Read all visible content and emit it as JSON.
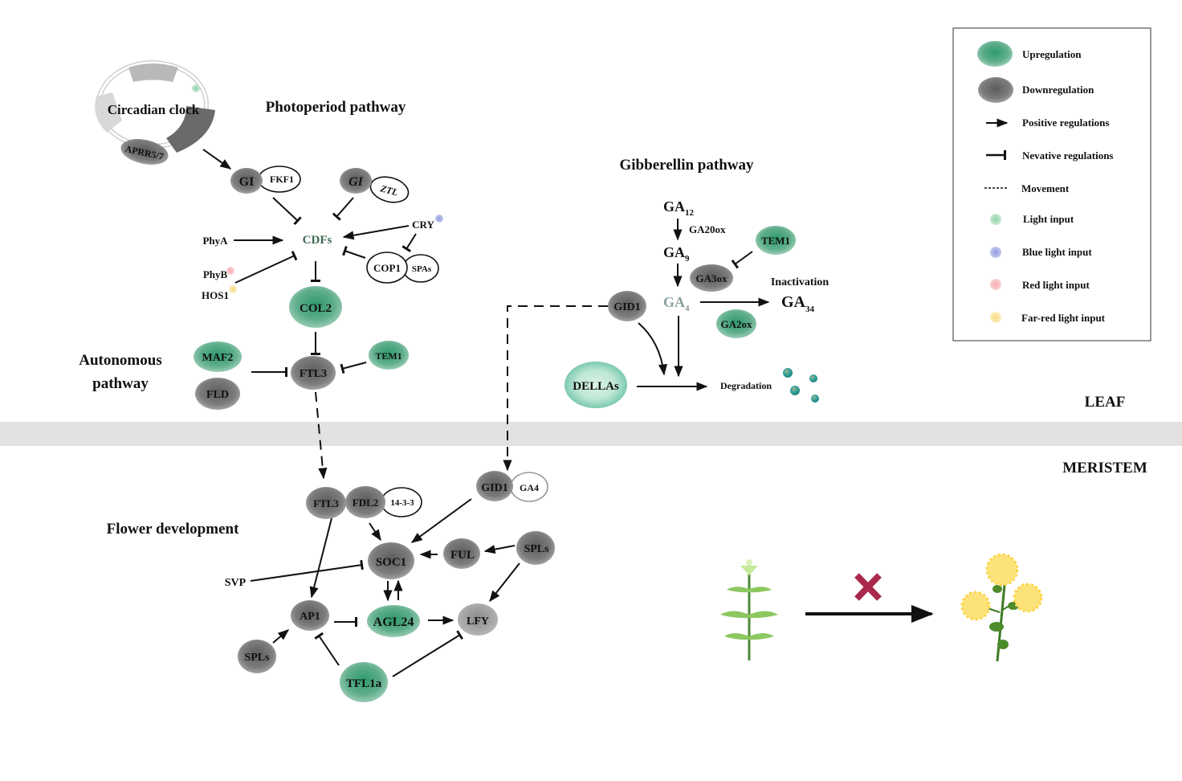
{
  "regions": {
    "leaf": "LEAF",
    "meristem": "MERISTEM"
  },
  "titles": {
    "photoperiod": "Photoperiod pathway",
    "gibberellin": "Gibberellin pathway",
    "autonomous_1": "Autonomous",
    "autonomous_2": "pathway",
    "flower_dev": "Flower development"
  },
  "colors": {
    "upregulation": "#3f9e78",
    "downregulation": "#6e6e6e",
    "light": "#8fd1a6",
    "blue_light": "#8f9be0",
    "red_light": "#f7b0b4",
    "far_red_light": "#f8e08f",
    "cross": "#a8294b"
  },
  "circadian": {
    "label": "Circadian clock",
    "aprr": "APRR5/7"
  },
  "photoperiod_nodes": {
    "gi1": "GI",
    "fkf1": "FKF1",
    "gi2": "GI",
    "ztl": "ZTL",
    "cdfs": "CDFs",
    "phya": "PhyA",
    "phyb": "PhyB",
    "hos1": "HOS1",
    "cry": "CRY",
    "cop1": "COP1",
    "spas": "SPAs",
    "col2": "COL2"
  },
  "autonomous_nodes": {
    "maf2": "MAF2",
    "fld": "FLD",
    "ftl3": "FTL3",
    "tem1": "TEM1"
  },
  "ga_nodes": {
    "ga12": "GA",
    "ga12_sub": "12",
    "ga20ox": "GA20ox",
    "ga9": "GA",
    "ga9_sub": "9",
    "tem1": "TEM1",
    "ga3ox": "GA3ox",
    "ga4": "GA",
    "ga4_sub": "4",
    "inactivation": "Inactivation",
    "ga34": "GA",
    "ga34_sub": "34",
    "ga2ox": "GA2ox",
    "gid1": "GID1",
    "dellas": "DELLAs",
    "degradation": "Degradation"
  },
  "meristem_nodes": {
    "ftl3": "FTL3",
    "fdl2": "FDL2",
    "p1433": "14-3-3",
    "gid1": "GID1",
    "ga4": "GA4",
    "soc1": "SOC1",
    "ful": "FUL",
    "spls_right": "SPLs",
    "svp": "SVP",
    "ap1": "AP1",
    "agl24": "AGL24",
    "lfy": "LFY",
    "spls_left": "SPLs",
    "tfl1a": "TFL1a"
  },
  "legend": {
    "items": [
      {
        "icon": "upregulation-ellipse",
        "label": "Upregulation"
      },
      {
        "icon": "downregulation-ellipse",
        "label": "Downregulation"
      },
      {
        "icon": "arrow",
        "label": "Positive regulations"
      },
      {
        "icon": "t-bar",
        "label": "Nevative regulations"
      },
      {
        "icon": "dashed-line",
        "label": "Movement"
      },
      {
        "icon": "green-dot",
        "label": "Light input"
      },
      {
        "icon": "blue-dot",
        "label": "Blue light input"
      },
      {
        "icon": "red-dot",
        "label": "Red light input"
      },
      {
        "icon": "yellow-dot",
        "label": "Far-red light input"
      }
    ]
  },
  "phenotype": {
    "from": "vegetative-plant",
    "to": "flowering-plant",
    "blocked": true
  }
}
